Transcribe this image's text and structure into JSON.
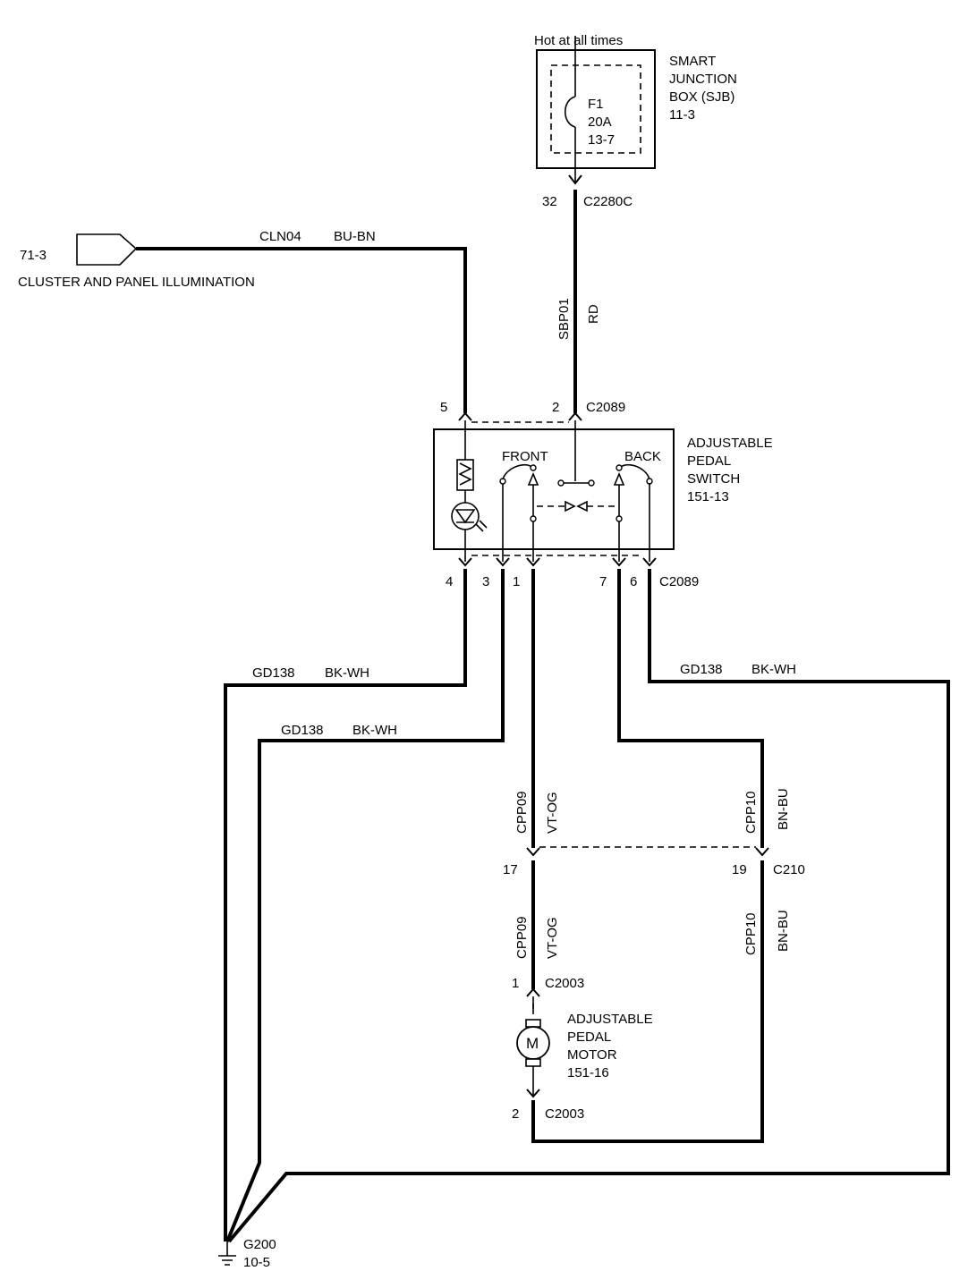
{
  "sjb": {
    "hot_label": "Hot at all times",
    "name_line1": "SMART",
    "name_line2": "JUNCTION",
    "name_line3": "BOX (SJB)",
    "ref": "11-3",
    "fuse_id": "F1",
    "fuse_rating": "20A",
    "fuse_ref": "13-7",
    "out_pin": "32",
    "out_connector": "C2280C"
  },
  "illumination": {
    "ref": "71-3",
    "name": "CLUSTER AND PANEL ILLUMINATION",
    "circuit": "CLN04",
    "color": "BU-BN"
  },
  "feed_wire": {
    "circuit": "SBP01",
    "color": "RD"
  },
  "switch": {
    "name_line1": "ADJUSTABLE",
    "name_line2": "PEDAL",
    "name_line3": "SWITCH",
    "ref": "151-13",
    "front_label": "FRONT",
    "back_label": "BACK",
    "top_pin_left": "5",
    "top_pin_right": "2",
    "top_connector": "C2089",
    "bottom_pins": [
      "4",
      "3",
      "1",
      "7",
      "6"
    ],
    "bottom_connector": "C2089"
  },
  "ground_wires": {
    "left_upper": {
      "circuit": "GD138",
      "color": "BK-WH"
    },
    "left_lower": {
      "circuit": "GD138",
      "color": "BK-WH"
    },
    "right": {
      "circuit": "GD138",
      "color": "BK-WH"
    }
  },
  "motor_feed_upper": {
    "circuit": "CPP09",
    "color": "VT-OG"
  },
  "motor_return_upper": {
    "circuit": "CPP10",
    "color": "BN-BU"
  },
  "c210": {
    "pin_left": "17",
    "pin_right": "19",
    "connector": "C210"
  },
  "motor_feed_lower": {
    "circuit": "CPP09",
    "color": "VT-OG"
  },
  "motor_return_lower": {
    "circuit": "CPP10",
    "color": "BN-BU"
  },
  "motor": {
    "top_pin": "1",
    "top_connector": "C2003",
    "symbol": "M",
    "name_line1": "ADJUSTABLE",
    "name_line2": "PEDAL",
    "name_line3": "MOTOR",
    "ref": "151-16",
    "bottom_pin": "2",
    "bottom_connector": "C2003"
  },
  "ground": {
    "name": "G200",
    "ref": "10-5"
  }
}
